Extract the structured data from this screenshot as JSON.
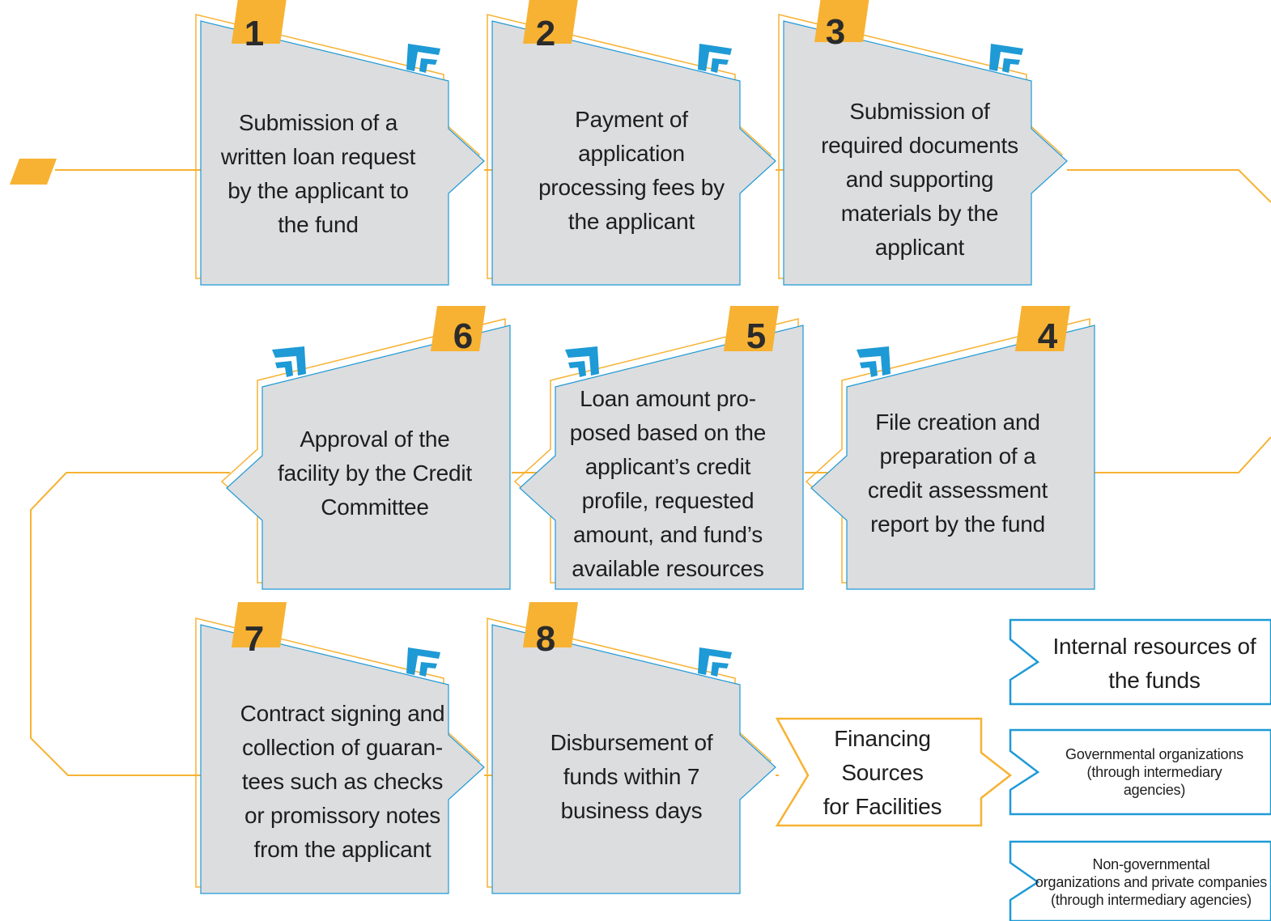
{
  "steps": [
    {
      "number": "1",
      "text": "Submission of a\nwritten loan request\nby the applicant to\nthe fund"
    },
    {
      "number": "2",
      "text": "Payment of\napplication\nprocessing fees by\nthe applicant"
    },
    {
      "number": "3",
      "text": "Submission of\nrequired documents\nand supporting\nmaterials by the\napplicant"
    },
    {
      "number": "4",
      "text": "File creation and\npreparation of a\ncredit assessment\nreport by the fund"
    },
    {
      "number": "5",
      "text": "Loan amount pro-\nposed based on the\napplicant’s credit\nprofile, requested\namount, and fund’s\navailable resources"
    },
    {
      "number": "6",
      "text": "Approval of the\nfacility by the Credit\nCommittee"
    },
    {
      "number": "7",
      "text": "Contract signing and\ncollection of guaran-\ntees such as checks\nor promissory notes\nfrom the applicant"
    },
    {
      "number": "8",
      "text": "Disbursement of\nfunds within 7\nbusiness days"
    }
  ],
  "financing": {
    "title": "Financing\nSources\nfor Facilities",
    "sources": [
      "Internal resources of\nthe funds",
      "Governmental organizations\n(through intermediary\nagencies)",
      "Non-governmental\norganizations and private companies\n(through intermediary agencies)"
    ]
  },
  "colors": {
    "accent_yellow": "#f7b233",
    "accent_blue": "#1e9ad6",
    "box_fill": "#dcdddf"
  }
}
